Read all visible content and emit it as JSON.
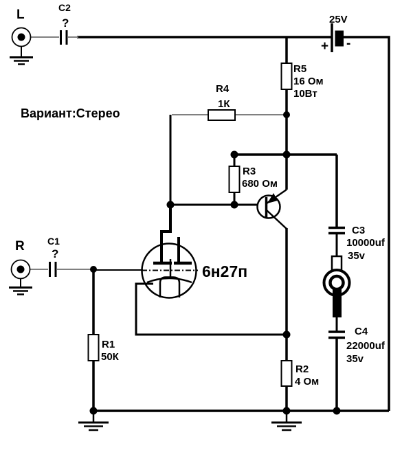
{
  "note": "Вариант:Стерео",
  "battery": {
    "label": "25V",
    "plus": "+",
    "minus": "-"
  },
  "inputs": {
    "left": {
      "label": "L",
      "cap_name": "C2",
      "cap_value": "?"
    },
    "right": {
      "label": "R",
      "cap_name": "C1",
      "cap_value": "?"
    }
  },
  "tube": {
    "label": "6н27п"
  },
  "resistors": {
    "r1": {
      "name": "R1",
      "value": "50К"
    },
    "r2": {
      "name": "R2",
      "value": "4 Ом"
    },
    "r3": {
      "name": "R3",
      "value": "680 Ом"
    },
    "r4": {
      "name": "R4",
      "value": "1К"
    },
    "r5": {
      "name": "R5",
      "value": "16 Ом",
      "power": "10Вт"
    }
  },
  "capacitors": {
    "c3": {
      "name": "C3",
      "value": "10000uf",
      "voltage": "35v"
    },
    "c4": {
      "name": "C4",
      "value": "22000uf",
      "voltage": "35v"
    }
  },
  "colors": {
    "line": "#000000",
    "lead": "#808080",
    "background": "#ffffff"
  }
}
